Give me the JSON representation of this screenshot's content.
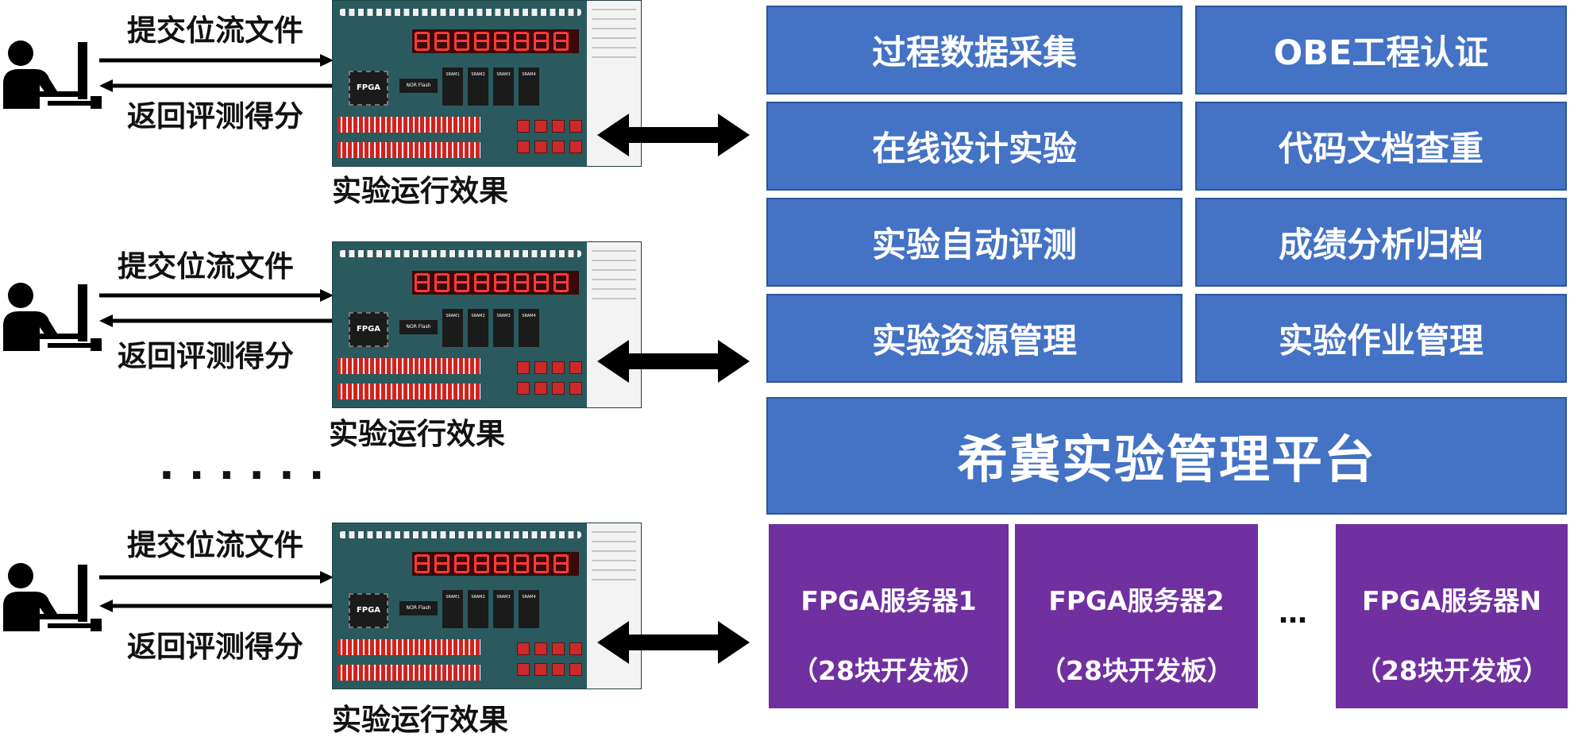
{
  "client_rows": [
    {
      "submit_label": "提交位流文件",
      "return_label": "返回评测得分",
      "result_label": "实验运行效果"
    },
    {
      "submit_label": "提交位流文件",
      "return_label": "返回评测得分",
      "result_label": "实验运行效果"
    },
    {
      "submit_label": "提交位流文件",
      "return_label": "返回评测得分",
      "result_label": "实验运行效果"
    }
  ],
  "board": {
    "fpga_label": "FPGA",
    "nor_label": "NOR Flash",
    "sram_labels": [
      "SRAM1",
      "SRAM2",
      "SRAM3",
      "SRAM4"
    ],
    "segment_text": "88888888"
  },
  "ellipsis": "......",
  "platform": {
    "features": [
      "过程数据采集",
      "OBE工程认证",
      "在线设计实验",
      "代码文档查重",
      "实验自动评测",
      "成绩分析归档",
      "实验资源管理",
      "实验作业管理"
    ],
    "title": "希冀实验管理平台"
  },
  "servers": [
    {
      "name": "FPGA服务器1",
      "boards": "（28块开发板）"
    },
    {
      "name": "FPGA服务器2",
      "boards": "（28块开发板）"
    },
    {
      "name": "FPGA服务器N",
      "boards": "（28块开发板）"
    }
  ],
  "server_ellipsis": "…",
  "colors": {
    "feature_box": "#4472c4",
    "server_box": "#7030a0"
  }
}
